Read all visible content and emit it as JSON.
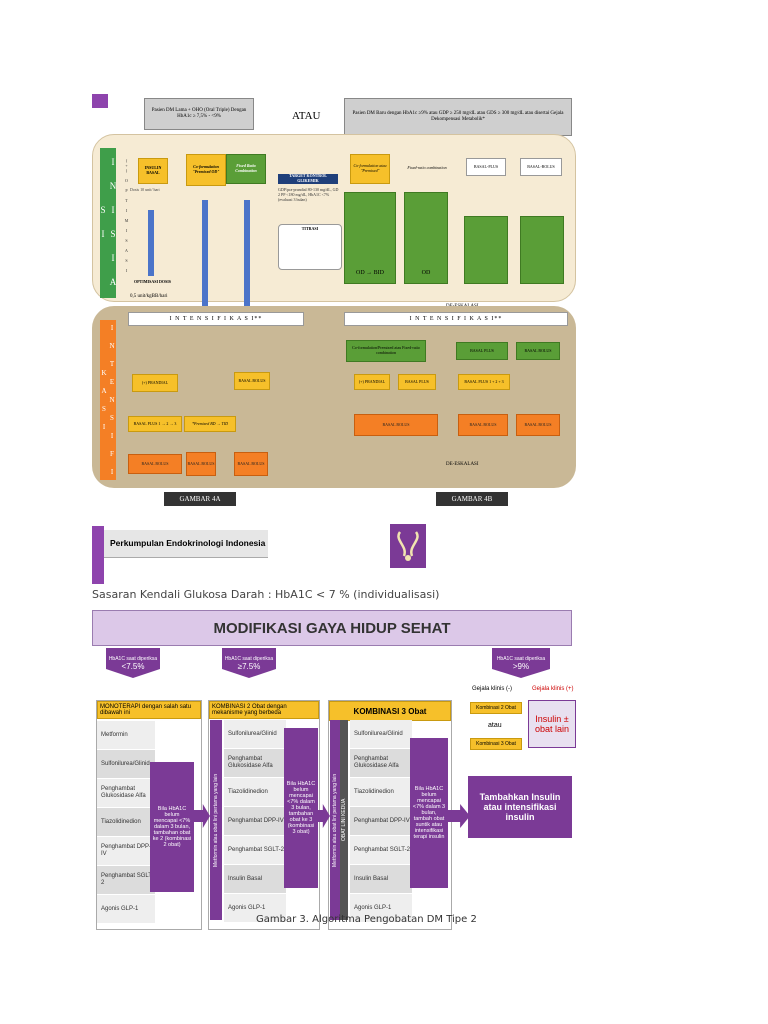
{
  "fig4": {
    "top_left_box": "Pasien DM Lama + OHO (Oral Triple) Dengan HbA1c ≥ 7,5% - <9%",
    "atau": "ATAU",
    "top_right_box": "Pasien DM Baru dengan HbA1c ≥9% atau GDP ≥ 250 mg/dL atau GDS ≥ 300 mg/dL atau disertai Gejala Dekompensasi Metabolik*",
    "inisiasi_label": "I N I S I A S I",
    "optimisasi_label": "(+) O P T I M I S A S I",
    "intensifikasi_side": "I N T E N S I F I K A S I",
    "insulin_basal": "INSULIN BASAL",
    "co_form": "Co-formulation \"Premixed OD\"",
    "fixed_ratio": "Fixed Ratio Combination",
    "dosis_awal": "Dosis 10 unit/ hari",
    "optimisasi_dosis": "OPTIMISASI DOSIS",
    "dosis_maks": "0,5 unit/kgBB/hari",
    "target": "TARGET KONTROL GLIKEMIK",
    "target_text": "GDP/pra-prandial 80-130 mg/dL, GD 2 PP <180 mg/dL, HbA1C <7% (evaluasi 3 bulan)",
    "titrasi": "TITRASI",
    "right_co": "Co-formulation atau \"Premixed\"",
    "right_fixed": "Fixed-ratio combination",
    "basal_plus": "BASAL-PLUS",
    "basal_bolus": "BASAL-BOLUS",
    "od_bid": "OD → BID",
    "od": "OD",
    "de_eskalasi": "DE-ESKALASI",
    "intensifikasi": "I N T E N S I F I K A S I**",
    "prandial": "(+) PRANDIAL",
    "basal_plus_123": "BASAL PLUS 1 → 2 → 3",
    "premixed_bd": "*Premixed BD → TID",
    "basal_bolus_u": "BASAL BOLUS",
    "co_fixed": "Co-formulation/Premixed atau Fixed-ratio combination",
    "basal_plus_u": "BASAL PLUS",
    "basal_plus_123b": "BASAL PLUS 1 + 2 + 3",
    "gambar_4a": "GAMBAR 4A",
    "gambar_4b": "GAMBAR 4B"
  },
  "fig3": {
    "org_name": "Perkumpulan Endokrinologi Indonesia",
    "subtitle": "Sasaran Kendali Glukosa Darah : HbA1C < 7 % (individualisasi)",
    "header": "MODIFIKASI GAYA HIDUP SEHAT",
    "hba1c_label": "HbA1C saat diperiksa",
    "v1": "<7.5%",
    "v2": "≥7.5%",
    "v3": ">9%",
    "gejala_neg": "Gejala klinis (-)",
    "gejala_pos": "Gejala klinis (+)",
    "komb2": "Kombinasi 2 Obat",
    "komb3": "Kombinasi 3 Obat",
    "atau": "atau",
    "insulin_obat": "Insulin ± obat lain",
    "mono_title": "MONOTERAPI dengan salah satu dibawah ini",
    "komb2_title": "KOMBINASI 2 Obat dengan mekanisme yang berbeda",
    "komb3_title": "KOMBINASI 3 Obat",
    "col1": [
      "Metformin",
      "Sulfonilurea/Glinid",
      "Penghambat Glukosidase Alfa",
      "Tiazolidinedion",
      "Penghambat DPP-IV",
      "Penghambat SGLT-2",
      "Agonis GLP-1"
    ],
    "col2": [
      "Sulfonilurea/Glinid",
      "Penghambat Glukosidase Alfa",
      "Tiazolidinedion",
      "Penghambat DPP-IV",
      "Penghambat SGLT-2",
      "Insulin Basal",
      "Agonis GLP-1"
    ],
    "col3": [
      "Sulfonilurea/Glinid",
      "Penghambat Glukosidase Alfa",
      "Tiazolidinedion",
      "Penghambat DPP-IV",
      "Penghambat SGLT-2",
      "Insulin Basal",
      "Agonis GLP-1"
    ],
    "note1": "Bila HbA1C belum mencapai <7% dalam 3 bulan, tambahan obat ke 2 (kombinasi 2 obat)",
    "note2": "Bila HbA1C belum mencapai <7% dalam 3 bulan, tambahan obat ke 3 (kombinasi 3 obat)",
    "note3": "Bila HbA1C belum mencapai <7% dalam 3 bulan, tambah obat suntik atau intensifikasi terapi insulin",
    "vert2": "Metformin atau obat lini pertama yang lain",
    "vert3a": "Metformin atau obat lini pertama yang lain",
    "vert3b": "OBAT LINI KEDUA",
    "final": "Tambahkan Insulin atau intensifikasi insulin",
    "caption": "Gambar 3. Algoritma Pengobatan DM Tipe 2"
  }
}
